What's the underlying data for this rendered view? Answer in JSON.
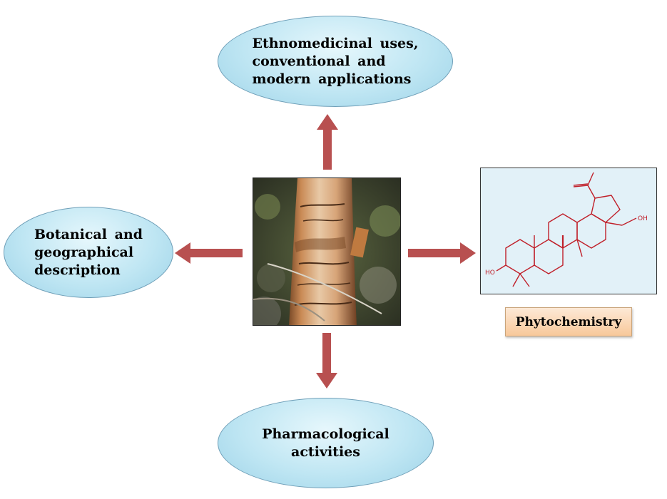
{
  "nodes": {
    "top": "Ethnomedicinal  uses,\nconventional  and\nmodern applications",
    "left": "Botanical  and\ngeographical\ndescription",
    "bottom": "Pharmacological\nactivities",
    "right_label": "Phytochemistry"
  },
  "structure": {
    "hydroxyl_left": "HO",
    "hydroxyl_right": "OH"
  },
  "colors": {
    "arrow": "#b85050",
    "ellipse_fill": "#bfe6f3",
    "structure_bonds": "#c0202a",
    "label_fill": "#f8c89a"
  },
  "icons": {
    "center": "birch-bark-photo"
  }
}
